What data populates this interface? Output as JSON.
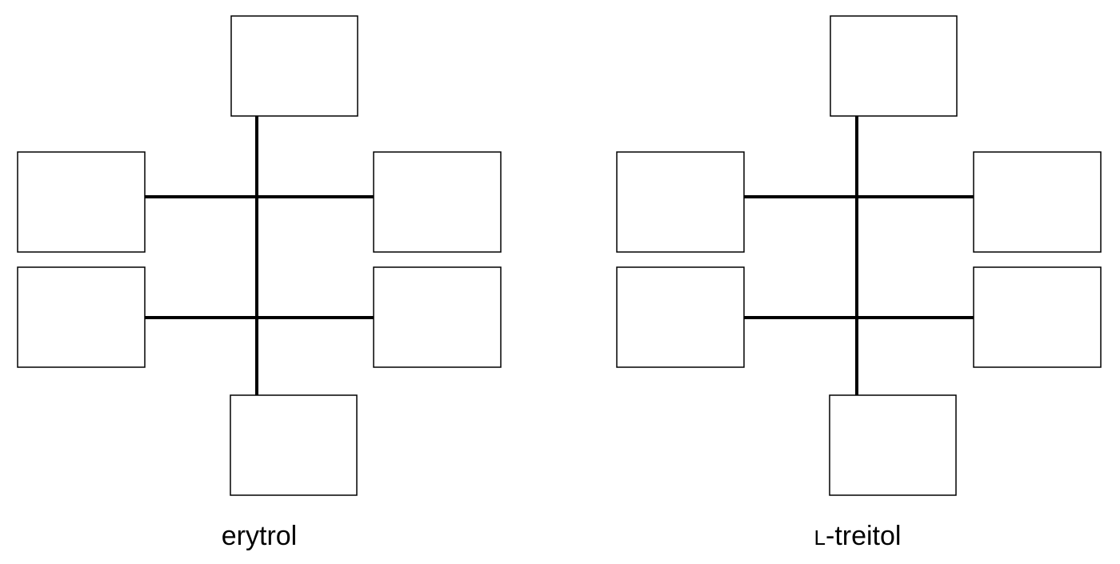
{
  "diagrams": [
    {
      "name": "erytrol",
      "label": "erytrol",
      "slots": [
        "",
        "",
        "",
        "",
        "",
        ""
      ]
    },
    {
      "name": "treitol",
      "label_prefix": "L",
      "label_rest": "-treitol",
      "slots": [
        "",
        "",
        "",
        "",
        "",
        ""
      ]
    }
  ],
  "colors": {
    "stroke": "#000000",
    "background": "#ffffff"
  }
}
